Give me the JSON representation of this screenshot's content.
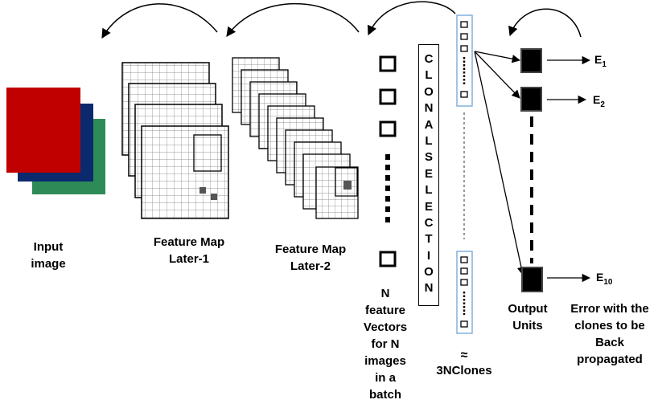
{
  "labels": {
    "input_image": [
      "Input",
      "image"
    ],
    "feature_map_1": [
      "Feature Map",
      "Later-1"
    ],
    "feature_map_2": [
      "Feature Map",
      "Later-2"
    ],
    "feature_vectors": [
      "N",
      "feature",
      "Vectors",
      "for N",
      "images",
      "in a",
      "batch"
    ],
    "clonal_selection": "CLONALSELECTION",
    "approx_symbol": "≈",
    "clones": "3NClones",
    "output_units": [
      "Output",
      "Units"
    ],
    "error": [
      "Error with the",
      "clones to be",
      "Back",
      "propagated"
    ]
  },
  "errors": [
    {
      "letter": "E",
      "sub": "1"
    },
    {
      "letter": "E",
      "sub": "2"
    },
    {
      "letter": "E",
      "sub": "10"
    }
  ],
  "colors": {
    "input_red": "#c00000",
    "input_navy": "#0b2a6e",
    "input_green": "#2e8b57",
    "clone_border": "#6fa3d9",
    "grid_line": "#777777",
    "dark_cell": "#555555"
  }
}
